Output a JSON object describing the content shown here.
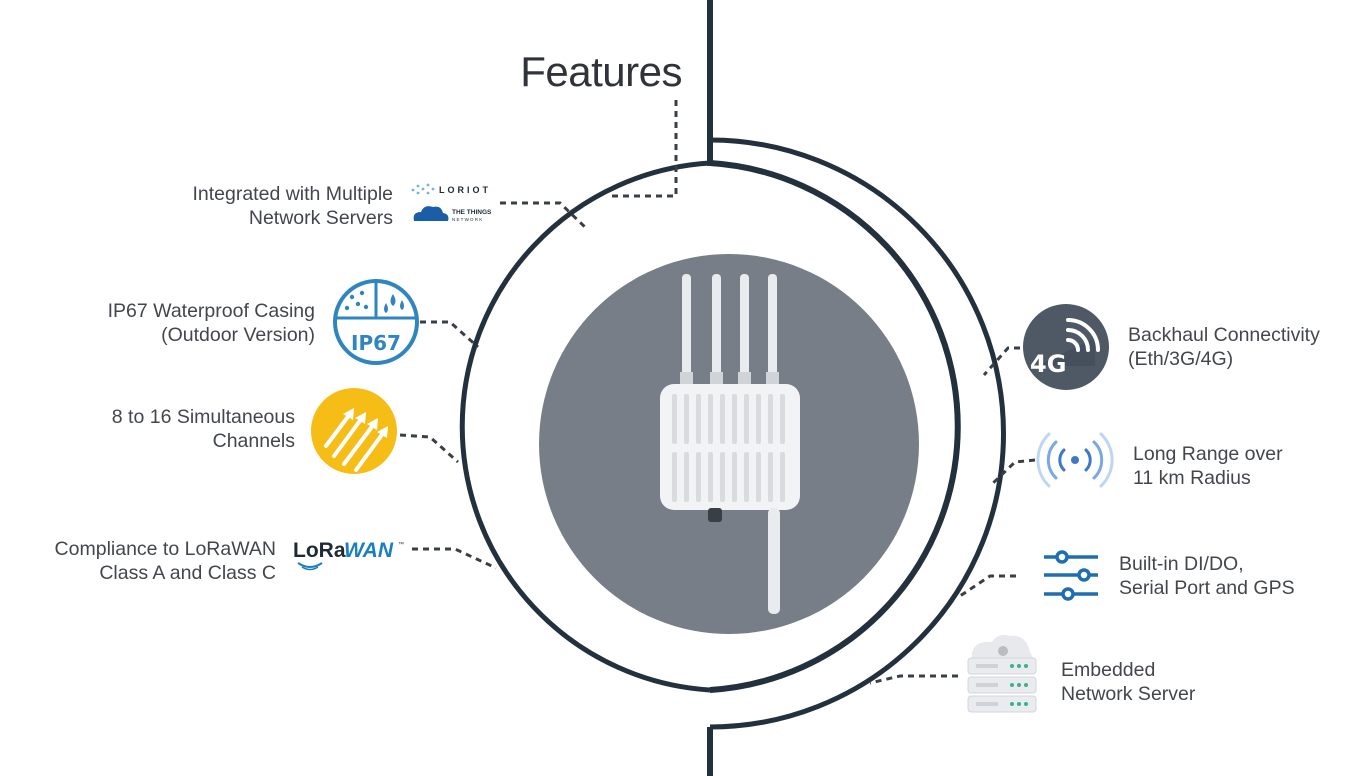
{
  "title": "Features",
  "colors": {
    "frame": "#23303d",
    "connector": "#3a3f45",
    "center_disc": "#787e87",
    "ip67_blue": "#2f86bf",
    "channels_yellow": "#f6bd16",
    "signal_blue": "#3f79c6",
    "io_blue": "#1f6fb0",
    "badge_4g": "#4f5966"
  },
  "features_left": [
    {
      "icon": "loriot-ttn-logos-icon",
      "line1": "Integrated with Multiple",
      "line2": "Network Servers"
    },
    {
      "icon": "ip67-icon",
      "line1": "IP67 Waterproof Casing",
      "line2": "(Outdoor Version)"
    },
    {
      "icon": "channels-arrows-icon",
      "line1": "8 to 16 Simultaneous",
      "line2": "Channels"
    },
    {
      "icon": "lorawan-logo-icon",
      "line1": "Compliance to LoRaWAN",
      "line2": "Class A and Class C"
    }
  ],
  "features_right": [
    {
      "icon": "4g-icon",
      "line1": "Backhaul Connectivity",
      "line2": "(Eth/3G/4G)"
    },
    {
      "icon": "wireless-signal-icon",
      "line1": "Long Range over",
      "line2": "11 km Radius"
    },
    {
      "icon": "sliders-icon",
      "line1": "Built-in DI/DO,",
      "line2": "Serial Port and GPS"
    },
    {
      "icon": "server-icon",
      "line1": "Embedded",
      "line2": "Network Server"
    }
  ],
  "logos": {
    "loriot": "LORIOT",
    "ttn_line1": "THE THINGS",
    "ttn_line2": "NETWORK",
    "ip67": "IP67",
    "lorawan_lo": "LoRa",
    "lorawan_wan": "WAN",
    "lorawan_tm": "™",
    "badge_4g": "4G"
  }
}
